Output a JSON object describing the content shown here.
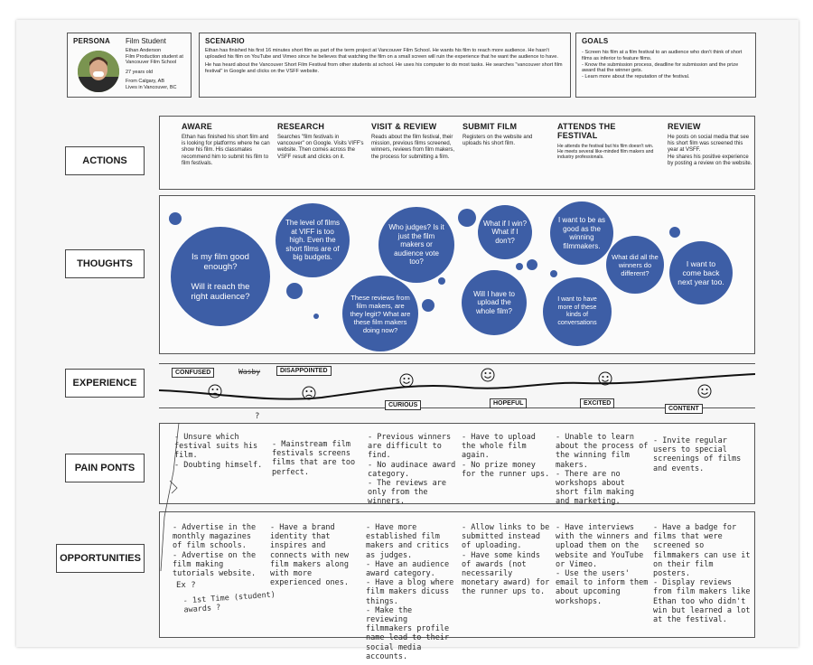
{
  "persona": {
    "label": "PERSONA",
    "role": "Film Student",
    "name": "Ethan Anderson",
    "occupation": "Film Production student at Vancouver Film School",
    "age": "27 years old",
    "from": "From Calgary, AB",
    "lives": "Lives in Vancouver, BC"
  },
  "scenario": {
    "label": "SCENARIO",
    "text1": "Ethan has finished his first 16 minutes short film as part of the term project at Vancouver Film School. He wants his film to reach more audience. He hasn't uploaded his film on YouTube and Vimeo since he believes that watching the film on a small screen will ruin the experience that he want the audience to have.",
    "text2": "He has heard about the Vancouver Short Film Festival from other students at school. He uses his computer to do most tasks. He searches \"vancouver short film festival\" in Google and clicks on the VSFF website."
  },
  "goals": {
    "label": "GOALS",
    "text": "- Screen his film at a film festival to an audience who don't think of short films as inferior to feature films.\n- Know the submission process, deadline for submission and the prize award that the winner gets.\n- Learn more about the reputation of the festival."
  },
  "rows": {
    "actions": "ACTIONS",
    "thoughts": "THOUGHTS",
    "experience": "EXPERIENCE",
    "pain": "PAIN PONTS",
    "opportunities": "OPPORTUNITIES"
  },
  "actions": [
    {
      "title": "AWARE",
      "text": "Ethan has finished his short film and is looking for platforms where he can show his film. His classmates recommend him to submit his film to film festivals."
    },
    {
      "title": "RESEARCH",
      "text": "Searches \"film festivals in vancouver\" on Google. Visits VIFF's website. Then comes across the VSFF result and clicks on it."
    },
    {
      "title": "VISIT & REVIEW",
      "text": "Reads about the film festival, their mission, previous films screened, winners, reviews from film makers, the process for submitting a film."
    },
    {
      "title": "SUBMIT FILM",
      "text": "Registers on the website and uploads his short film."
    },
    {
      "title": "ATTENDS THE FESTIVAL",
      "text": "He attends the festival but his film doesn't win.\nHe meets several like-minded film makers and industry professionals."
    },
    {
      "title": "REVIEW",
      "text": "He posts on social media that see his short film was screened this year at VSFF.\nHe shares his positive experience by posting a review on the website."
    }
  ],
  "thoughts": [
    "Is my film good enough?\n\nWill it reach the right audience?",
    "The level of films at VIFF is too high. Even the short films are of big budgets.",
    "Who judges? Is it just the film makers or audience vote too?",
    "These reviews from film makers, are they legit? What are these film makers doing now?",
    "What if I win? What if I don't?",
    "Will I have to upload the whole film?",
    "I want to be as good as the winning filmmakers.",
    "What did all the winners do different?",
    "I want to have more of these kinds of conversations",
    "I want to come back next year too."
  ],
  "experience": [
    "CONFUSED",
    "DISAPPOINTED",
    "CURIOUS",
    "HOPEFUL",
    "EXCITED",
    "CONTENT"
  ],
  "pain_points": [
    "- Unsure which festival suits his film.\n- Doubting himself.",
    "- Mainstream film festivals screens films that are too perfect.",
    "- Previous winners are difficult to find.\n- No audinace award category.\n- The reviews are only from the winners.",
    "- Have to upload the whole film again.\n- No prize money for the runner ups.",
    "- Unable to learn about the process of the winning film makers.\n- There are no workshops about short film making and marketing.",
    "- Invite regular users to special screenings of films and events."
  ],
  "opportunities": [
    "- Advertise in the monthly magazines of film schools.\n- Advertise on the film making tutorials website.",
    "- Have a brand identity that inspires and connects with new film makers along with more experienced ones.",
    "- Have more established film makers and critics as judges.\n- Have an audience award category.\n- Have a blog where film makers dicuss things.\n- Make the reviewing filmmakers profile name lead to their social media accounts.",
    "- Allow links to be submitted instead of uploading.\n- Have some kinds of awards (not necessarily monetary award) for the runner ups to.",
    "- Have interviews with the winners and upload them on the website and YouTube or Vimeo.\n- Use the users' email to inform them about upcoming workshops.",
    "- Have a badge for films that were screened so filmmakers can use it on their film posters.\n- Display reviews from film makers like Ethan too who didn't win but learned a lot at the festival."
  ],
  "annotations": {
    "note1": "Ex ?",
    "note2": "- 1st Time (student)\n  awards ?",
    "scribble": "Wasby",
    "question": "?"
  },
  "colors": {
    "bubble": "#3d5ea6"
  }
}
